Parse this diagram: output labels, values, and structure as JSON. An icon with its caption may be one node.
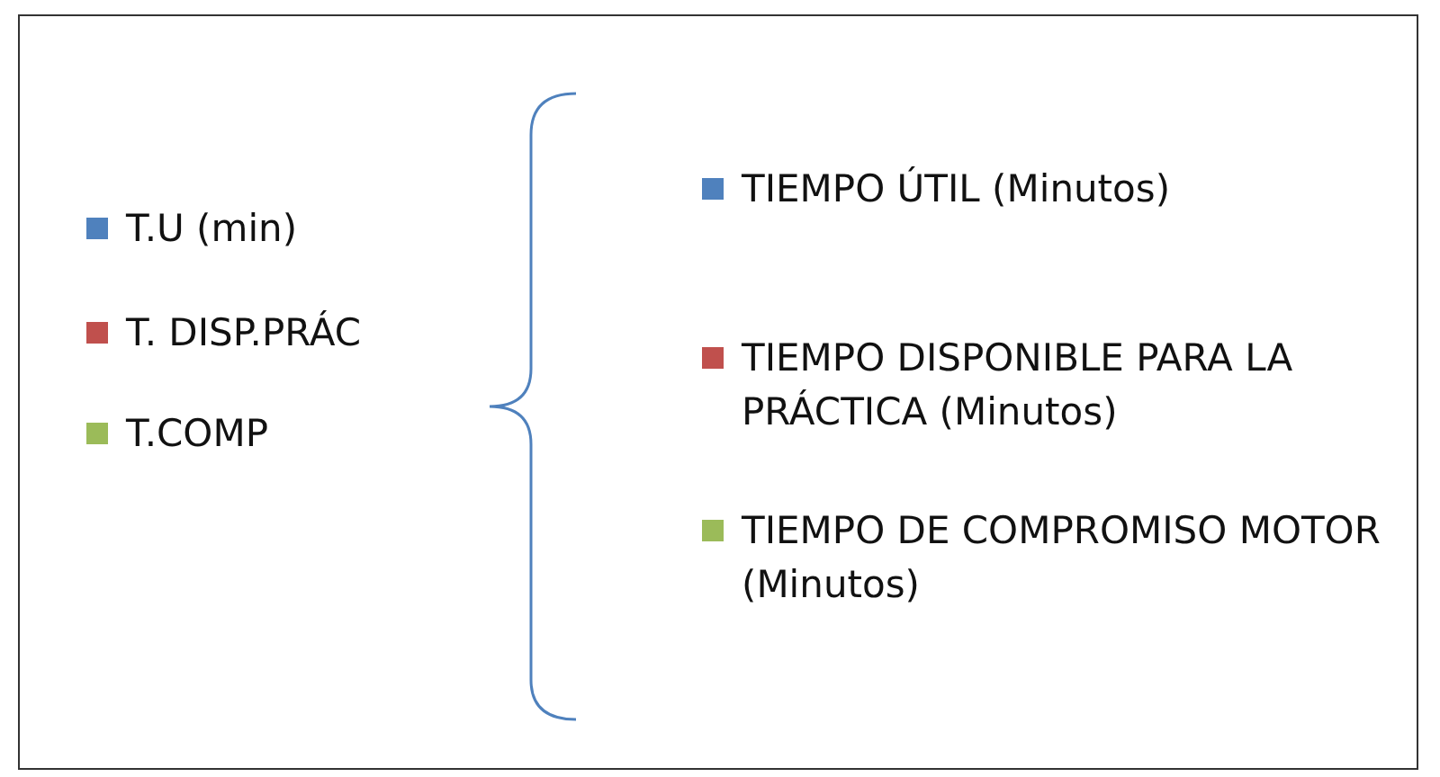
{
  "diagram": {
    "legend": [
      {
        "text": "T.U (min)",
        "color": "#4f81bd"
      },
      {
        "text": "T. DISP.PRÁC",
        "color": "#c0504d"
      },
      {
        "text": "T.COMP",
        "color": "#9bbb59"
      },
      {
        "text": "TIEMPO ÚTIL (Minutos)",
        "color": "#4f81bd"
      },
      {
        "text": "TIEMPO DISPONIBLE PARA LA PRÁCTICA (Minutos)",
        "color": "#c0504d"
      },
      {
        "text": "TIEMPO DE COMPROMISO MOTOR (Minutos)",
        "color": "#9bbb59"
      }
    ]
  }
}
